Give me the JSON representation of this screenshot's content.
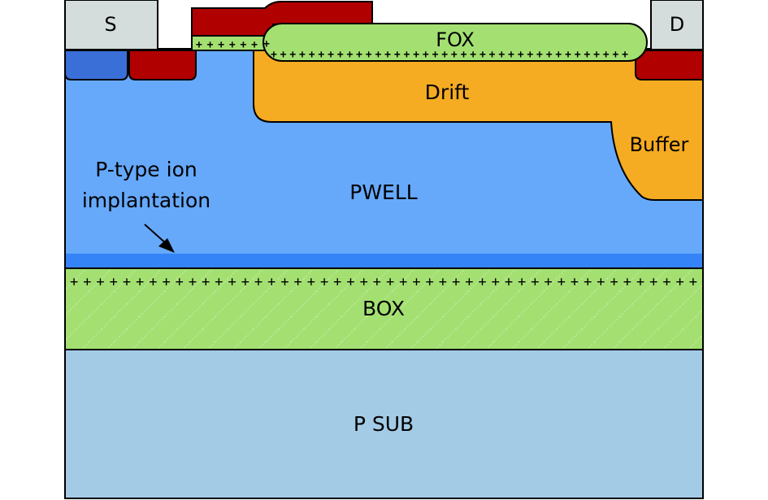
{
  "diagram": {
    "title": "",
    "labels": {
      "source": "S",
      "drain": "D",
      "fox": "FOX",
      "drift": "Drift",
      "buffer": "Buffer",
      "pwell": "PWELL",
      "implant_line1": "P-type ion",
      "implant_line2": "implantation",
      "box": "BOX",
      "psub": "P SUB"
    },
    "charges": {
      "gate_oxide": "++++++",
      "fox_corner": "+",
      "fox_bottom": "++++++++++++++++++++++++++++++++++++++",
      "box_top": "+ + + + + + + + + + + + + + + + + + + + + + + + + + + + + + + + + + + + + + + + + + + + + + + +"
    },
    "colors": {
      "contact": "#d4dcdc",
      "n_plus": "#b00000",
      "p_plus": "#3a6fd8",
      "pwell": "#66a9fb",
      "implant": "#3584f7",
      "drift": "#f5ab22",
      "oxide": "#a3e071",
      "psub": "#a3cbe6",
      "outline": "#000000"
    }
  }
}
